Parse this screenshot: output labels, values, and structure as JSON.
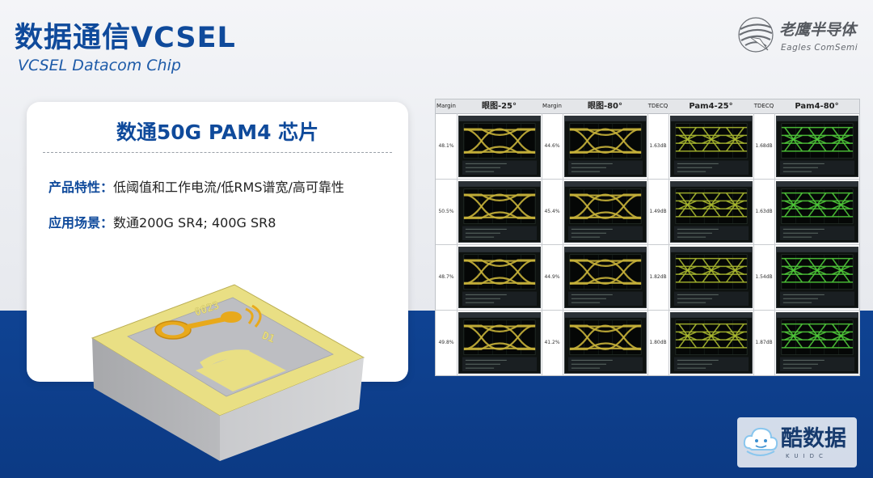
{
  "slide": {
    "title": "数据通信VCSEL",
    "subtitle": "VCSEL Datacom Chip"
  },
  "logo": {
    "name_cn": "老鹰半导体",
    "name_en": "Eagles ComSemi",
    "icon": "eagle-sphere-icon"
  },
  "card": {
    "title": "数通50G PAM4 芯片",
    "features_label": "产品特性：",
    "features_value": "低阈值和工作电流/低RMS谱宽/高可靠性",
    "scenarios_label": "应用场景：",
    "scenarios_value": "数通200G SR4; 400G SR8"
  },
  "chip": {
    "marking_top": "0023",
    "marking_side": "D1",
    "icon": "vcsel-chip-3d-icon"
  },
  "eye_table": {
    "headers": [
      {
        "label": "Margin"
      },
      {
        "label": "眼图-25°"
      },
      {
        "label": "Margin"
      },
      {
        "label": "眼图-80°"
      },
      {
        "label": "TDECQ"
      },
      {
        "label": "Pam4-25°"
      },
      {
        "label": "TDECQ"
      },
      {
        "label": "Pam4-80°"
      }
    ],
    "rows": [
      {
        "margin25": "48.1%",
        "margin80": "44.6%",
        "tdecq25": "1.63dB",
        "tdecq80": "1.68dB"
      },
      {
        "margin25": "50.5%",
        "margin80": "45.4%",
        "tdecq25": "1.49dB",
        "tdecq80": "1.63dB"
      },
      {
        "margin25": "48.7%",
        "margin80": "44.9%",
        "tdecq25": "1.82dB",
        "tdecq80": "1.54dB"
      },
      {
        "margin25": "49.8%",
        "margin80": "41.2%",
        "tdecq25": "1.80dB",
        "tdecq80": "1.87dB"
      }
    ],
    "colors": {
      "nrz_trace": "#c8b23a",
      "pam4_25_trace": "#a8b830",
      "pam4_80_trace": "#4fc83a",
      "scope_bg": "#0e1210"
    }
  },
  "watermark": {
    "text": "酷数据",
    "subtext": "KUIDC",
    "icon": "cloud-face-icon"
  }
}
